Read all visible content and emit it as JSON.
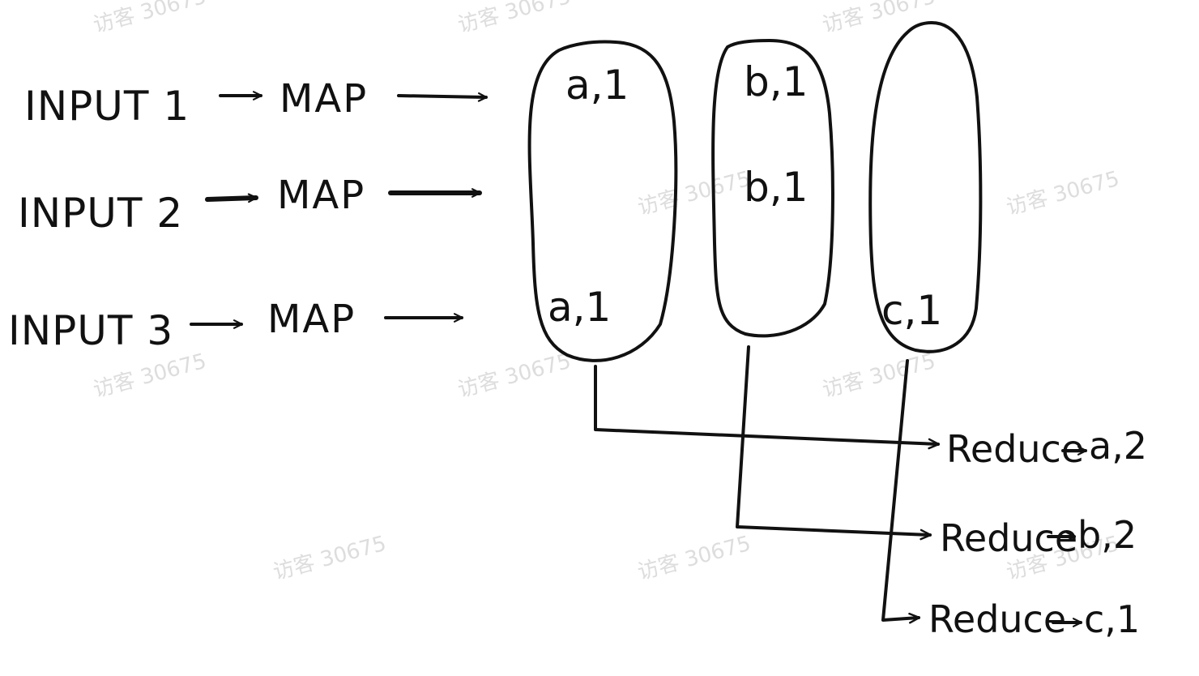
{
  "watermark": "访客 30675",
  "inputs": [
    {
      "label": "INPUT 1",
      "map": "MAP"
    },
    {
      "label": "INPUT 2",
      "map": "MAP"
    },
    {
      "label": "INPUT 3",
      "map": "MAP"
    }
  ],
  "groups": [
    {
      "id": "a",
      "pairs": [
        "a,1",
        "",
        "a,1"
      ]
    },
    {
      "id": "b",
      "pairs": [
        "b,1",
        "b,1",
        ""
      ]
    },
    {
      "id": "c",
      "pairs": [
        "",
        "",
        "c,1"
      ]
    }
  ],
  "reducers": [
    {
      "label": "Reduce",
      "result": "a,2"
    },
    {
      "label": "Reduce",
      "result": "b,2"
    },
    {
      "label": "Reduce",
      "result": "c,1"
    }
  ]
}
